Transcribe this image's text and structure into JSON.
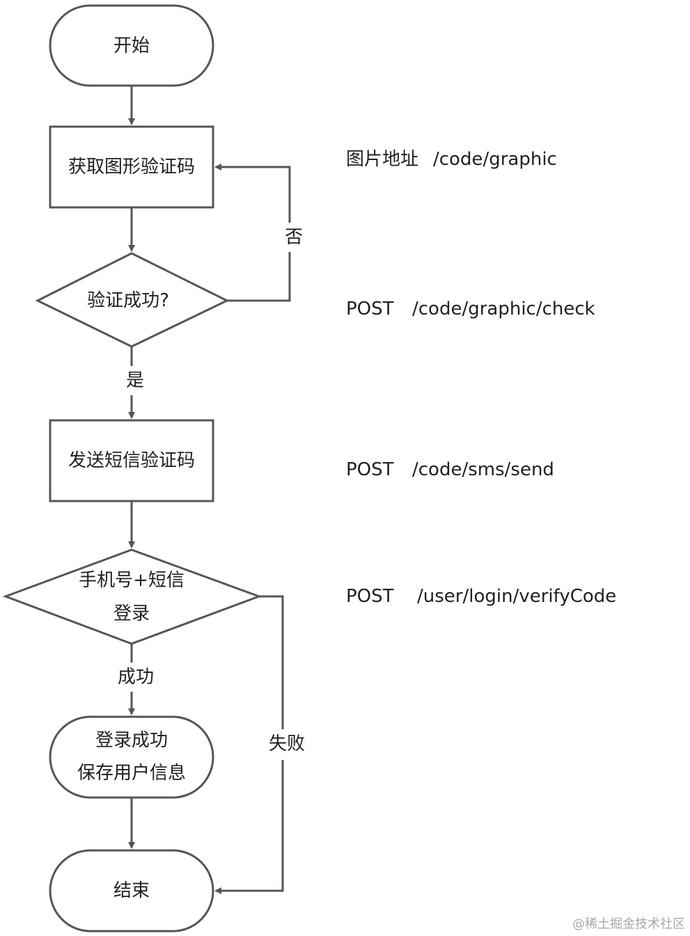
{
  "nodes": {
    "start": "开始",
    "get_captcha": "获取图形验证码",
    "verify_ok": "验证成功?",
    "send_sms": "发送短信验证码",
    "phone_login_line1": "手机号+短信",
    "phone_login_line2": "登录",
    "login_ok_line1": "登录成功",
    "login_ok_line2": "保存用户信息",
    "end": "结束"
  },
  "edges": {
    "no": "否",
    "yes": "是",
    "success": "成功",
    "fail": "失败"
  },
  "apis": {
    "captcha_method": "图片地址",
    "captcha_path": "/code/graphic",
    "check_method": "POST",
    "check_path": "/code/graphic/check",
    "sms_method": "POST",
    "sms_path": "/code/sms/send",
    "login_method": "POST",
    "login_path": "/user/login/verifyCode"
  },
  "watermark": "@稀土掘金技术社区"
}
